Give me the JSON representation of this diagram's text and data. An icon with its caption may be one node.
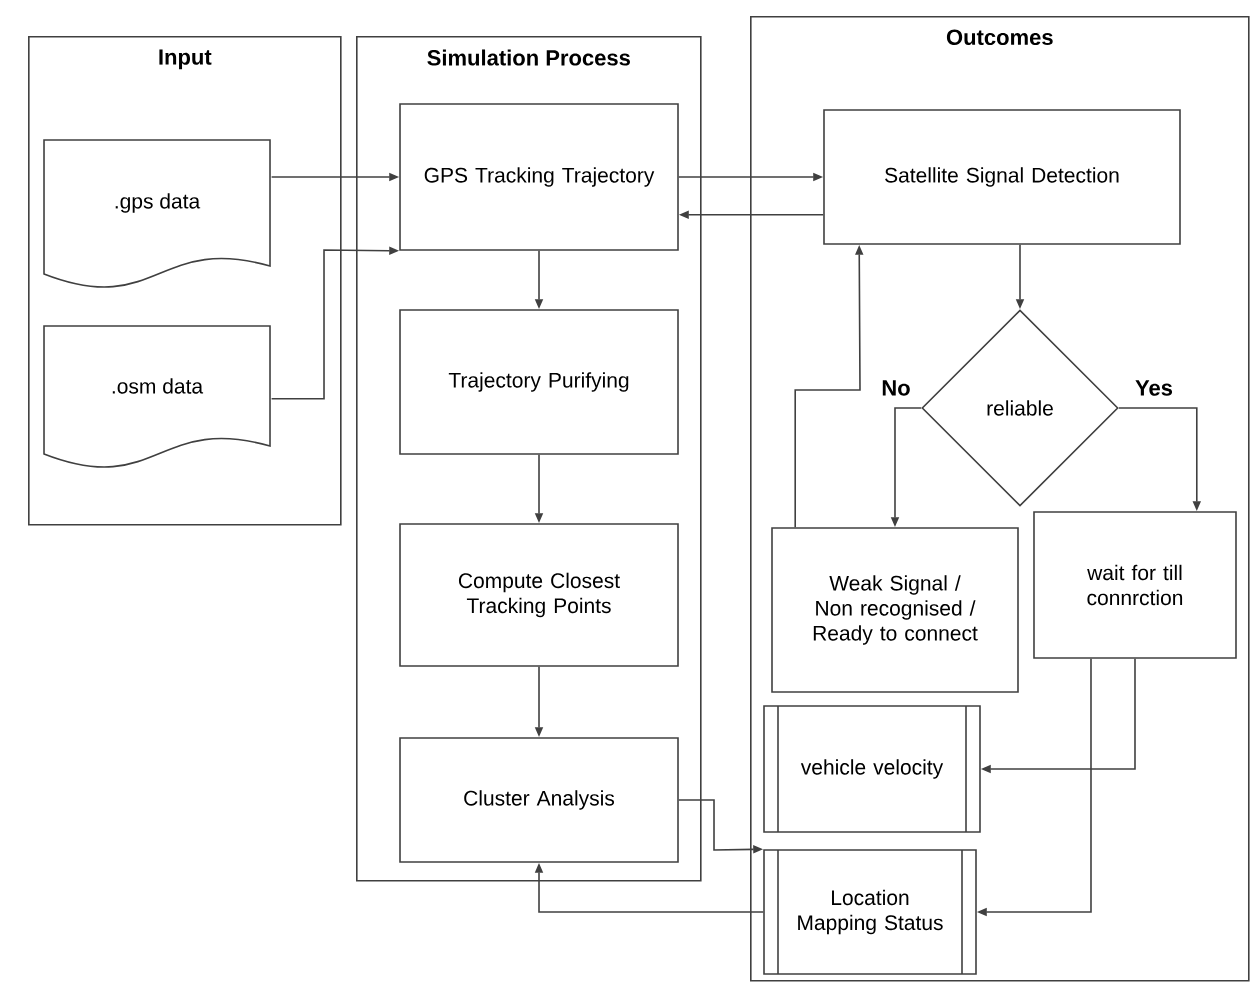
{
  "diagram": {
    "nodes": [
      {
        "text": [
          "Input"
        ]
      },
      {
        "text": [
          "Simulation Process"
        ]
      },
      {
        "text": [
          "Outcomes"
        ]
      },
      {
        "text": [
          ".gps data"
        ],
        "in": 0
      },
      {
        "text": [
          ".osm data"
        ],
        "in": 0
      },
      {
        "text": [
          "GPS Tracking Trajectory"
        ],
        "in": 1
      },
      {
        "text": [
          "Trajectory Purifying"
        ],
        "in": 1
      },
      {
        "text": [
          "Compute Closest Tracking Points"
        ],
        "in": 1
      },
      {
        "text": [
          "Cluster Analysis"
        ],
        "in": 1
      },
      {
        "text": [
          "Satellite Signal Detection"
        ],
        "in": 2
      },
      {
        "text": [
          "reliable"
        ],
        "in": 2
      },
      {
        "text": [
          "Weak Signal / Non recognised / Ready to connect"
        ],
        "in": 2
      },
      {
        "text": [
          "wait for till connrction"
        ],
        "in": 2
      },
      {
        "text": [
          "vehicle velocity"
        ],
        "in": 2
      },
      {
        "text": [
          "Location Mapping Status"
        ],
        "in": 2
      }
    ],
    "edges": [
      {
        "from": 3,
        "to": 5,
        "arrow": "to"
      },
      {
        "from": 4,
        "to": 5,
        "arrow": "to"
      },
      {
        "from": 5,
        "to": 9,
        "arrow": "to"
      },
      {
        "from": 9,
        "to": 5,
        "arrow": "to"
      },
      {
        "from": 5,
        "to": 6,
        "arrow": "to"
      },
      {
        "from": 6,
        "to": 7,
        "arrow": "to"
      },
      {
        "from": 7,
        "to": 8,
        "arrow": "to"
      },
      {
        "from": 9,
        "to": 10,
        "arrow": "to"
      },
      {
        "from": 10,
        "to": 11,
        "arrow": "to",
        "label": "No"
      },
      {
        "from": 10,
        "to": 12,
        "arrow": "to",
        "label": "Yes"
      },
      {
        "from": 11,
        "to": 9,
        "arrow": "to"
      },
      {
        "from": 12,
        "to": 13,
        "arrow": "to"
      },
      {
        "from": 12,
        "to": 14,
        "arrow": "to"
      },
      {
        "from": 8,
        "to": 14,
        "arrow": "to"
      },
      {
        "from": 14,
        "to": 8,
        "arrow": "to"
      }
    ]
  }
}
